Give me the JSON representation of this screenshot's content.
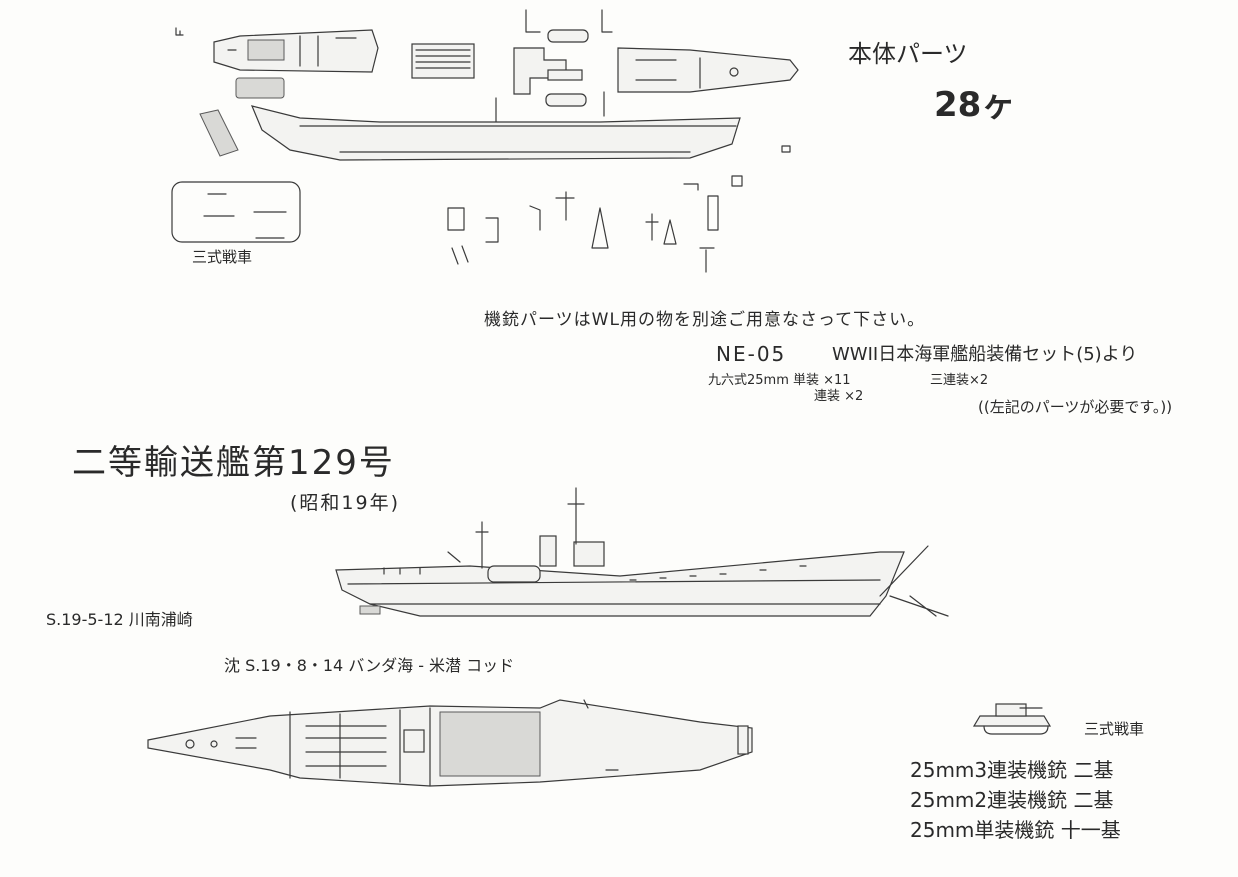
{
  "parts_title": "本体パーツ",
  "parts_count": "28ヶ",
  "tank_label_top": "三式戦車",
  "note_line": "機銃パーツはWL用の物を別途ご用意なさって下さい。",
  "source_code": "NE-05",
  "source_name": "WWII日本海軍艦船装備セット(5)より",
  "req_single": "九六式25mm 単装 ×11",
  "req_triple": "三連装×2",
  "req_twin": "連装 ×2",
  "req_note": "((左記のパーツが必要です。))",
  "ship_title": "二等輸送艦第129号",
  "ship_era": "(昭和19年)",
  "date_label": "S.19-5-12 川南浦崎",
  "sunk_label": "沈 S.19・8・14 バンダ海 - 米潜 コッド",
  "tank_label_bottom": "三式戦車",
  "armament": [
    "25mm3連装機銃 二基",
    "25mm2連装機銃 二基",
    "25mm単装機銃 十一基"
  ]
}
